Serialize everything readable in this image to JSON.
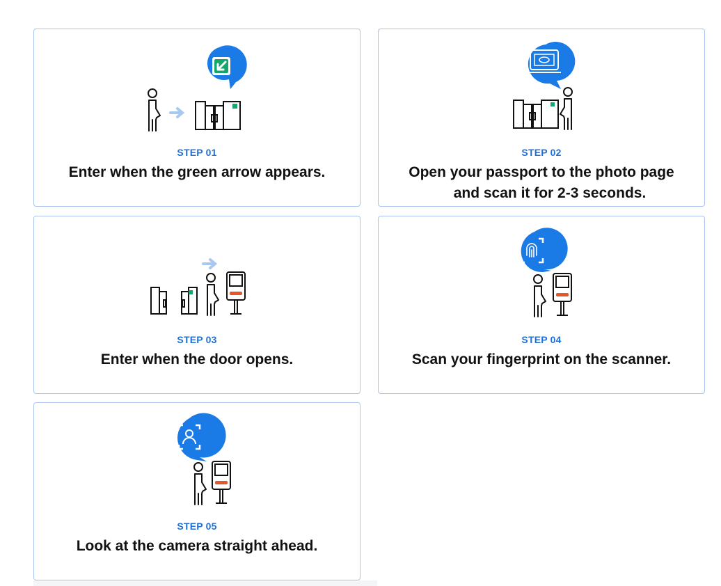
{
  "colors": {
    "accent_blue": "#1f6fd8",
    "bubble_blue": "#1a7ae6",
    "arrow_green": "#14a66b",
    "arrow_light_blue": "#a9c8f0",
    "scanner_orange": "#e2582a",
    "card_border": "#a9c4ec"
  },
  "steps": [
    {
      "label": "STEP 01",
      "text": "Enter when the green arrow appears.",
      "icon": "green-arrow-bubble-icon"
    },
    {
      "label": "STEP 02",
      "text_line1": "Open your passport to the photo page",
      "text_line2": "and scan it for 2-3 seconds.",
      "icon": "passport-scanner-bubble-icon"
    },
    {
      "label": "STEP 03",
      "text": "Enter when the door opens.",
      "icon": "open-door-walk-icon"
    },
    {
      "label": "STEP 04",
      "text": "Scan your fingerprint on the scanner.",
      "icon": "fingerprint-bubble-icon"
    },
    {
      "label": "STEP 05",
      "text": "Look at the camera straight ahead.",
      "icon": "face-recognition-bubble-icon"
    }
  ]
}
